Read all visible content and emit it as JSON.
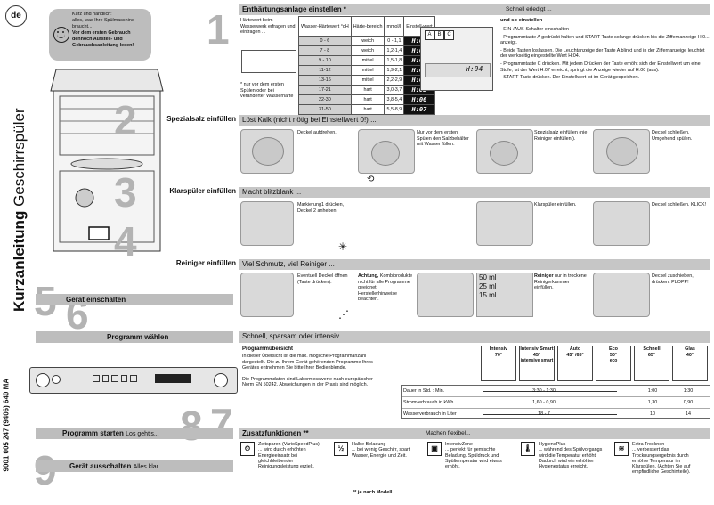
{
  "sidebar": {
    "lang": "de",
    "title_bold": "Kurzanleitung",
    "title_rest": "Geschirrspüler",
    "code": "9001 005 247 (9406) 640 MA"
  },
  "hint": {
    "line1": "Kurz und handlich:",
    "line2": "alles, was Ihre Spülmaschine",
    "line3": "braucht...",
    "line4": "Vor dem ersten Gebrauch",
    "line5": "dennoch Aufstell- und",
    "line6": "Gebrauchsanleitung lesen!"
  },
  "numbers": [
    "1",
    "2",
    "3",
    "4",
    "5",
    "6",
    "7",
    "8",
    "9"
  ],
  "steps": {
    "s1": {
      "title": "Enthärtungsanlage einstellen *",
      "right": "Schnell erledigt ...",
      "intro": "Härtewert beim Wasserwerk erfragen und eintragen ...",
      "footnote": "* nur vor dem ersten Spülen oder bei veränderter Wasserhärte",
      "table_headers": [
        "Wasser-Härtewert °dH",
        "Härte-bereich",
        "mmol/l",
        "Einstell-wert"
      ],
      "table_rows": [
        [
          "0 - 6",
          "weich",
          "0 - 1,1",
          "H:00"
        ],
        [
          "7 - 8",
          "weich",
          "1,2-1,4",
          "H:01"
        ],
        [
          "9 - 10",
          "mittel",
          "1,5-1,8",
          "H:02"
        ],
        [
          "11-12",
          "mittel",
          "1,9-2,1",
          "H:03"
        ],
        [
          "13-16",
          "mittel",
          "2,2-2,9",
          "H:04"
        ],
        [
          "17-21",
          "hart",
          "3,0-3,7",
          "H:05"
        ],
        [
          "22-30",
          "hart",
          "3,8-5,4",
          "H:06"
        ],
        [
          "31-50",
          "hart",
          "5,5-8,9",
          "H:07"
        ]
      ],
      "buttons": [
        "A",
        "B",
        "C"
      ],
      "lcd": "H:04",
      "howto_title": "und so einstellen",
      "howto": [
        "- EIN-/AUS-Schalter einschalten",
        "- Programmtaste A gedrückt halten und START-Taste solange drücken bis die Ziffernanzeige H:0... anzeigt.",
        "- Beide Tasten loslassen. Die Leuchtanzeige der Taste A blinkt und in der Ziffernanzeige leuchtet der werkseitig eingestellte Wert H:04.",
        "- Programmtaste C drücken. Mit jedem Drücken der Taste erhöht sich der Einstellwert um eine Stufe; ist der Wert H:07 erreicht, springt die Anzeige wieder auf H:00 (aus).",
        "- START-Taste drücken. Der Einstellwert ist im Gerät gespeichert."
      ]
    },
    "s2": {
      "label": "Spezialsalz einfüllen",
      "bar": "Löst Kalk (nicht nötig bei Einstellwert 0!) ...",
      "t1": "Deckel aufdrehen.",
      "t2": "Nur vor dem ersten Spülen den Salzbehälter mit Wasser füllen.",
      "t3": "Spezialsalz einfüllen (nie Reiniger einfüllen!).",
      "t4": "Deckel schließen. Umgehend spülen."
    },
    "s3": {
      "label": "Klarspüler einfüllen",
      "bar": "Macht blitzblank ...",
      "t1": "Markierung1 drücken, Deckel 2 anheben.",
      "t2": "Klarspüler einfüllen.",
      "t3": "Deckel schließen. KLICK!"
    },
    "s4": {
      "label": "Reiniger einfüllen",
      "bar": "Viel Schmutz, viel Reiniger ...",
      "t1": "Eventuell Deckel öffnen (Taste drücken).",
      "t2a": "Achtung,",
      "t2b": "Kombiprodukte nicht für alle Programme geeignet, Herstellerhinweise beachten.",
      "ml": [
        "50 ml",
        "25 ml",
        "15 ml"
      ],
      "t3a": "Reiniger",
      "t3b": "nur in trockene Reinigerkammer einfüllen.",
      "t4": "Deckel zuschieben, drücken. PLOPP!"
    },
    "s5": {
      "label": "Gerät einschalten"
    },
    "s6": {
      "label": "Programm wählen",
      "bar": "Schnell, sparsam oder intensiv ...",
      "ov_title": "Programmübersicht",
      "ov_text": "In dieser Übersicht ist die max. mögliche Programmanzahl dargestellt. Die zu Ihrem Gerät gehörenden Programme Ihres Gerätes entnehmen Sie bitte Ihrer Bedienblende.",
      "norm_text": "Die Programmdaten sind Labormesswerte nach europäischer Norm EN 50242. Abweichungen in der Praxis sind möglich.",
      "programs": [
        {
          "name": "Intensiv",
          "temp": "70°"
        },
        {
          "name": "Intensiv Smart",
          "temp": "45°",
          "extra": "intensive smart"
        },
        {
          "name": "Auto",
          "temp": "45° /65°"
        },
        {
          "name": "Eco",
          "temp": "50°",
          "extra": "eco"
        },
        {
          "name": "Schnell",
          "temp": "65°"
        },
        {
          "name": "Glas",
          "temp": "40°"
        }
      ],
      "rows": [
        {
          "label": "Dauer in Std. : Min.",
          "a": "3:30 - 1:30",
          "b": "1:00",
          "c": "1:30"
        },
        {
          "label": "Stromverbrauch in kWh",
          "a": "1,60 - 0,90",
          "b": "1,30",
          "c": "0,90"
        },
        {
          "label": "Wasserverbrauch in Liter",
          "a": "18 - 7",
          "b": "10",
          "c": "14"
        }
      ]
    },
    "s7": {
      "title": "Zusatzfunktionen **",
      "right": "Machen flexibel...",
      "footnote": "** je nach Modell",
      "features": [
        {
          "icon": "⏲",
          "title": "Zeitsparen (VarioSpeedPlus)",
          "text": "... wird durch erhöhten Energieeinsatz bei gleichbleibender Reinigungsleistung erzielt."
        },
        {
          "icon": "½",
          "title": "Halbe Beladung",
          "text": "... bei wenig Geschirr, spart Wasser, Energie und Zeit."
        },
        {
          "icon": "▣",
          "title": "IntensivZone",
          "text": "... perfekt für gemischte Beladung. Spüldruck und Spültemperatur wird etwas erhöht."
        },
        {
          "icon": "🌡",
          "title": "HygienePlus",
          "text": "... während des Spülvorgangs wird die Temperatur erhöht. Dadurch wird ein erhöhter Hygienestatus erreicht."
        },
        {
          "icon": "≋",
          "title": "Extra Trocknen",
          "text": "... verbessert das Trocknungsergebnis durch erhöhte Temperatur im Klarspülen. (Achten Sie auf empfindliche Geschirrteile)."
        }
      ]
    },
    "s8": {
      "label": "Programm starten",
      "sub": "Los geht's..."
    },
    "s9": {
      "label": "Gerät ausschalten",
      "sub": "Alles klar..."
    }
  },
  "colors": {
    "bar": "#c6c6c6",
    "number": "#b3b3b3",
    "lcd": "#111111"
  }
}
